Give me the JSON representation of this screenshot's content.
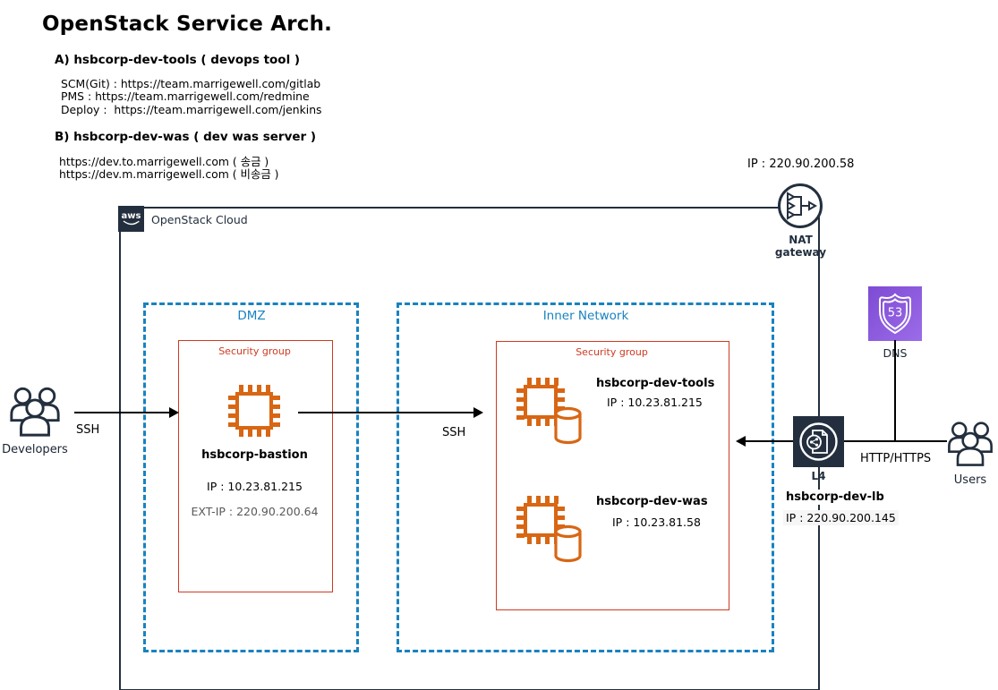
{
  "title": "OpenStack Service Arch.",
  "notes": {
    "section_a": {
      "heading": "A) hsbcorp-dev-tools ( devops tool )",
      "line1": "SCM(Git) : https://team.marrigewell.com/gitlab",
      "line2": "PMS : https://team.marrigewell.com/redmine",
      "line3": "Deploy :  https://team.marrigewell.com/jenkins"
    },
    "section_b": {
      "heading": "B) hsbcorp-dev-was ( dev was server )",
      "line1": "https://dev.to.marrigewell.com ( 송금 )",
      "line2": "https://dev.m.marrigewell.com ( 비송금 )"
    }
  },
  "cloud": {
    "badge": "aws",
    "label": "OpenStack Cloud"
  },
  "nat_gateway": {
    "ip": "IP : 220.90.200.58",
    "label": "NAT gateway"
  },
  "dmz": {
    "label": "DMZ",
    "security_group_label": "Security group",
    "bastion": {
      "name": "hsbcorp-bastion",
      "ip": "IP : 10.23.81.215",
      "ext_ip": "EXT-IP : 220.90.200.64"
    }
  },
  "inner_network": {
    "label": "Inner Network",
    "security_group_label": "Security group",
    "dev_tools": {
      "name": "hsbcorp-dev-tools",
      "ip": "IP : 10.23.81.215"
    },
    "dev_was": {
      "name": "hsbcorp-dev-was",
      "ip": "IP : 10.23.81.58"
    }
  },
  "load_balancer": {
    "type_label": "L4",
    "name": "hsbcorp-dev-lb",
    "ip": "IP : 220.90.200.145"
  },
  "dns": {
    "label": "DNS",
    "shield_number": "53"
  },
  "actors": {
    "developers_label": "Developers",
    "users_label": "Users"
  },
  "connections": {
    "developer_ssh_label": "SSH",
    "bastion_ssh_label": "SSH",
    "http_label": "HTTP/HTTPS"
  },
  "colors": {
    "navy": "#232F3E",
    "orange": "#D86613",
    "network_blue": "#1982BF",
    "security_red": "#CF3A21",
    "dns_purple": "#8A5CDF"
  },
  "icons": {
    "developers": "people-group-icon",
    "users": "people-group-icon",
    "bastion": "ec2-chip-icon",
    "dev_tools": "ec2-chip-database-icon",
    "dev_was": "ec2-chip-database-icon",
    "nat": "nat-gateway-icon",
    "lb": "load-balancer-icon",
    "dns": "route53-shield-icon",
    "cloud": "aws-logo-badge"
  }
}
